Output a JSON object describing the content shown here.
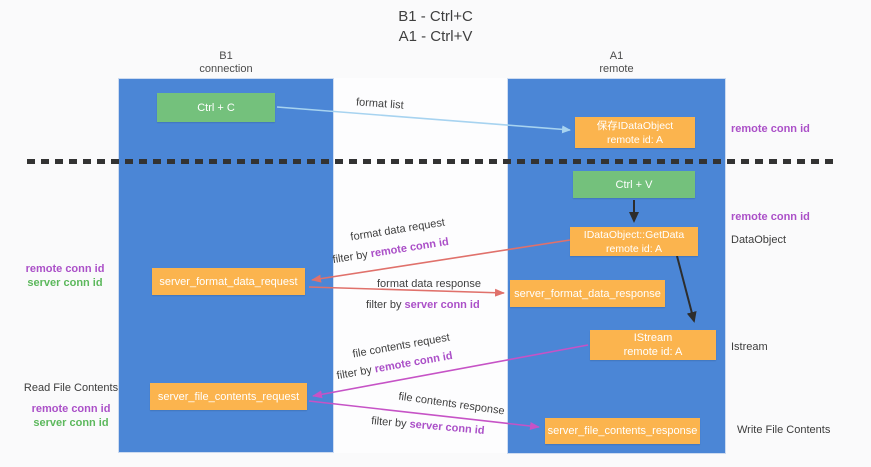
{
  "title": {
    "line1": "B1 - Ctrl+C",
    "line2": "A1 - Ctrl+V"
  },
  "lanes": {
    "left": {
      "name": "B1",
      "role": "connection"
    },
    "right": {
      "name": "A1",
      "role": "remote"
    }
  },
  "boxes": {
    "ctrl_c": {
      "label": "Ctrl + C"
    },
    "save_idataobject": {
      "line1": "保存IDataObject",
      "line2": "remote id: A"
    },
    "ctrl_v": {
      "label": "Ctrl + V"
    },
    "getdata": {
      "line1": "IDataObject::GetData",
      "line2": "remote id: A"
    },
    "istream": {
      "line1": "IStream",
      "line2": "remote id: A"
    },
    "server_format_data_request": {
      "label": "server_format_data_request"
    },
    "server_format_data_response": {
      "label": "server_format_data_response"
    },
    "server_file_contents_request": {
      "label": "server_file_contents_request"
    },
    "server_file_contents_response": {
      "label": "server_file_contents_response"
    }
  },
  "arrows": {
    "format_list": {
      "label": "format list"
    },
    "format_data_request": {
      "label": "format data request",
      "filter_prefix": "filter by ",
      "filter_key": "remote conn id"
    },
    "format_data_response": {
      "label": "format data response",
      "filter_prefix": "filter by ",
      "filter_key": "server conn id"
    },
    "file_contents_request": {
      "label": "file contents request",
      "filter_prefix": "filter by ",
      "filter_key": "remote conn id"
    },
    "file_contents_response": {
      "label": "file contents response",
      "filter_prefix": "filter by ",
      "filter_key": "server conn id"
    }
  },
  "side_labels": {
    "right_top_remote_conn_id": "remote conn id",
    "right_mid_remote_conn_id": "remote conn id",
    "dataobject": "DataObject",
    "istream": "Istream",
    "write_file_contents": "Write File Contents",
    "left_format": {
      "remote": "remote conn id",
      "server": "server conn id"
    },
    "left_file": {
      "title": "Read File Contents",
      "remote": "remote conn id",
      "server": "server conn id"
    }
  },
  "colors": {
    "lane_blue": "#4b86d6",
    "box_green": "#74c17c",
    "box_orange": "#fbb44e",
    "arrow_red": "#e0716b",
    "arrow_magenta": "#c653c6",
    "arrow_lightblue": "#a7d3f0",
    "arrow_black": "#2d2d2d",
    "text_purple": "#ab50c8",
    "text_green": "#5cb85c"
  }
}
